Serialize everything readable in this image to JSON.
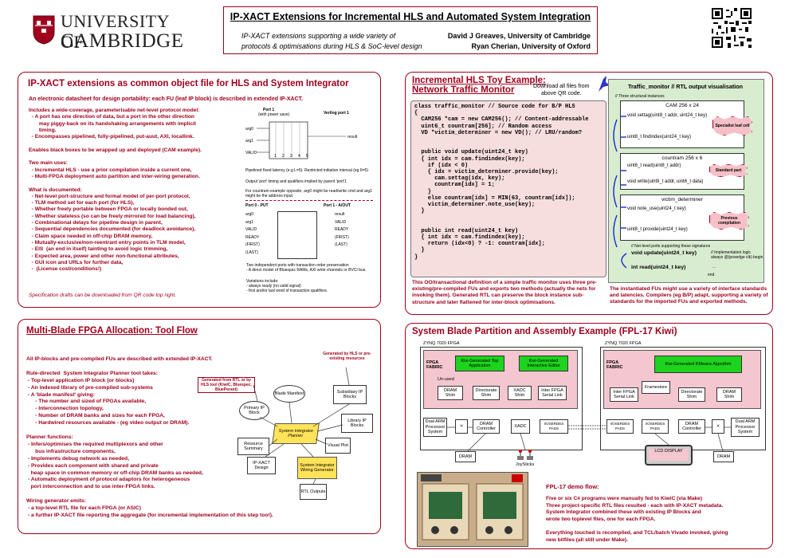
{
  "header": {
    "university_line1": "UNIVERSITY OF",
    "university_line2": "CAMBRIDGE",
    "title": "IP-XACT Extensions for Incremental HLS and Automated System Integration",
    "subtitle_line1": "IP-XACT extensions supporting a wide variety of",
    "subtitle_line2": "protocols & optimisations during HLS & SoC-level design",
    "author1": "David J Greaves, University of Cambridge",
    "author2": "Ryan Cherian, University of Oxford"
  },
  "p1": {
    "title": "IP-XACT extensions as common object file for HLS and System Integrator",
    "lead": "An electronic datasheet for design portability: each FU (leaf IP block) is described in extended IP-XACT.",
    "lines": [
      "Includes a wide-coverage, parameterisable net-level protocol model:",
      "  - A port has one direction of data, but a port in the other direction",
      "       may piggy-back on its handshaking arrangements with implicit",
      "       timing.",
      "  - Encompasses pipelined, fully-pipelined, put-auut, AXI, locallink.",
      "",
      "Enables black boxes to be wrapped up and deployed (CAM example).",
      "",
      "Two main uses:",
      "  - Incremental HLS - use a prior compilation inside a current one,",
      "  - Multi-FPGA deployment auto partition and inter-wiring generation.",
      "",
      "What is documented:",
      "  - Net-level port-structure and formal model of per-port protocol,",
      "  - TLM method set for each port (for HLS),",
      "  - Whether freely portable between FPGA or locally bonded out,",
      "  - Whether stateless (so can be freely mirrored for load balancing),",
      "  - Combinational delays for pipeline design in parent,",
      "  - Sequential dependencies documented (for deadlock avoidance),",
      "  - Claim space needed in off-chip DRAM memory,",
      "  - Mutually-exclusive/non-reentrant entry points in TLM model,",
      "  - EIS  (an end in itself) tainting to avoid logic trimming,",
      "  - Expected area, power and other non-functional attributes,",
      "  - GUI icon and URLs for further data,",
      "  -  (License cost/conditions!)"
    ],
    "footnote": "Specification drafts can be downloaded from QR code top right.",
    "diag_port1": "Port 1",
    "diag_port1b": "(with power save)",
    "diag_verilog": "Verilog port 1",
    "diag_arg0": "arg0",
    "diag_arg1": "arg1",
    "diag_valid": "VALID",
    "diag_result": "result",
    "diag_stages": [
      "1",
      "2",
      "3",
      "4",
      "5"
    ],
    "diag_note1": "Pipelined fixed latency (e.g L=5). Restricted initiation interval (eg II=5)",
    "diag_note2": "Output 'port' timing and qualifiers implied by parent 'port'1",
    "diag_note3": "For countram example opposite, arg0 might be read/write cmd and arg1 might be the address input.",
    "diag_put": "Port 0 - PUT",
    "diag_ain": "Port 1 - A/OUT",
    "diag_left_sigs": [
      "arg0",
      "arg1",
      "VALID",
      "READY",
      "(FIRST)",
      "(LAST)"
    ],
    "diag_right_sigs": [
      "result",
      "VALID",
      "READY",
      "(FIRST)",
      "(LAST)"
    ],
    "diag_note4": "Two independent ports with transaction order preservation",
    "diag_note5": " - A direct model of Bluespec RAMs, AXI write channels or BVCI bus.",
    "diag_note6": "Variations include:",
    "diag_note7": " - always ready (no valid signal)",
    "diag_note8": " - first and/or last word of transaction qualifiers."
  },
  "p2": {
    "title_line1": "Incremental HLS Toy Example:",
    "title_line2": "Network Traffic Monitor",
    "download_line1": "Download all files from",
    "download_line2": "above QR code.",
    "code": "class traffic_monitor // Source code for B/P HLS\n{\n  CAM256 *cam = new CAM256(); // Content-addressable\n  uint6_t countram[256]; // Random access\n  VD *victim_determiner = new VD(); // LRU/random?\n\n\n  public void update(uint24_t key)\n  { int idx = cam.findindex(key);\n    if (idx < 0)\n    { idx = victim_determiner.provide(key);\n      cam.settag(idx, key);\n      countram[idx] = 1;\n    }\n    else countram[idx] = MIN(63, countram[idx]);\n    victim_determiner.note_use(key);\n  }\n\n\n  public int read(uint24_t key)\n  { int idx = cam.findindex(key);\n    return (idx<0) ? -1: countram[idx];\n  }\n}",
    "caption": "This OO/transactional definition of a simple traffic monitor uses three pre-existing/pre-compiled FUs and exports two methods (actually the nets for invoking them). Generated RTL can preserve the block instance sub-structure and later flattened for inter-block optimisations.",
    "rtl_title": "Traffic_monitor // RTL output visualisation",
    "rtl_instances": "// Three structural instances",
    "cam_title": "CAM  256 x 24",
    "cam_m1": "void settag(uint8_t addr, uint24_t key)",
    "cam_m2": "uint8_t findindex(uint24_t key)",
    "star1": "Specialist leaf cell",
    "cr_title": "countram  256 x 6",
    "cr_m1": "uint6_t read(uint8_t addr)",
    "cr_m2": "void write(uint8_t addr, uint6_t data)",
    "star2": "Standard part",
    "vd_title": "victim_determiner",
    "vd_m1": "void note_use(uint24_t key)",
    "vd_m2": "uint8_t provide(uint24_t key)",
    "star3": "Previous compilation",
    "net_note": "// Net-level ports supporting these signatures",
    "sig1": "void update(uint24_t key)",
    "sig2": "int read(uint24_t key)",
    "impl_note": "// Implementation logic always @(posedge clk) begin",
    "dots": "...",
    "end": "end",
    "caption2": "The instantiated FUs might use a variety of interface standards and latencies.  Compilers (eg B/P) adapt, supporting a variety of standards for the imported FUs and exported methods."
  },
  "p3": {
    "title": "Multi-Blade FPGA Allocation: Tool Flow",
    "lines": [
      "All IP-blocks and pre-compiled FUs are described with extended IP-XACT.",
      "",
      "Rule-directed  System Integrator Planner tool takes:",
      " - Top-level application IP block (or blocks)",
      " - An indexed library of pre-compiled sub-systems",
      " - A 'blade manifest' giving:",
      "      - The number and sized of FPGAs available,",
      "      - Interconnection topology,",
      "      - Number of DRAM banks and sizes for each FPGA,",
      "      - Hardwired resources available - (eg video output or DRAM).",
      "",
      "Planner functions:",
      " - Infers/optimises the required multiplexors and other",
      "      bus infrastructure components,",
      " - Implements debug network as needed,",
      " - Provides each component with shared and private",
      "   heap space in common memory or off-chip DRAM banks as needed,",
      " - Automatic deployment of protocol adaptors for heterogeneous",
      "   port interconnection and to use inter-FPGA links.",
      "",
      "Wiring generator emits:",
      " - a top-level RTL file for each FPGA (or ASIC)",
      " - a further IP-XACT file reporting the aggregate (for incremental implementation of this step too!)."
    ],
    "gen_hls": "Generated by HLS or pre-existing resources",
    "gen_rtl": "Generated from RTL or by HLS tool (KiwiC, Bluespec, BluePerant)",
    "n_blade": "Blade Manifest",
    "n_subsidiary": "Subsidiary IP Blocks",
    "n_primary": "Primary IP Block",
    "n_library": "Library IP Blocks",
    "n_planner": "System Integrator Planner",
    "n_resource": "Resource Summary",
    "n_visual": "Visual Plot",
    "n_ipxact": "IP-XACT Design",
    "n_wiring": "System Integrator Wiring Generator",
    "n_rtl": "RTL Outputs"
  },
  "p4": {
    "title": "System Blade Partition and Assembly Example (FPL-17 Kiwi)",
    "zynq1": "ZYNQ 7020 FPGA",
    "zynq2": "ZYNQ 7020 FPGA",
    "fabric1": "FPGA FABRIC",
    "fabric2": "FPGA FABRIC",
    "kivi_top": "Kivi-Generated Top Application",
    "kivi_edit": "Kivi-Generated Interactive Editor",
    "kivi_km": "Kivi-Generated KMeans Algorithm",
    "unused": "Un-used",
    "dram_shim": "DRAM Shim",
    "dir_shim": "Directorate Shim",
    "xadc_shim": "XADC Shim",
    "ifpga_link": "Inter FPGA Serial Link",
    "ifpga_link2": "Inter FPGA Serial Link",
    "framestore": "Framestore",
    "dir_shim2": "Directorate Shim",
    "dram_shim2": "DRAM Shim",
    "arm1": "Dual ARM Processor System",
    "arm2": "Dual ARM Processor System",
    "dram_ctrl1": "DRAM Controller",
    "dram_ctrl2": "DRAM Controller",
    "xadc": "XADC",
    "pads1": "I/OSERDES PADS",
    "pads2": "I/OSERDES PADS",
    "pads3": "I/OSERDES PADS",
    "dram1": "DRAM",
    "dram2": "DRAM",
    "joystick": "JoySticks",
    "lcd": "LCD DISPLAY",
    "demo_title": "FPL-17 demo flow:",
    "demo_lines": [
      "Five or six C# programs were manually fed to KiwiC (via Make)",
      "Three project-specific RTL files resulted - each with IP-XACT metadata.",
      "System Integrator combined these with existing IP Blocks and",
      "wrote two toplevel files, one for each FPGA.",
      "",
      "Everything touched is recompiled, and TCL/batch Vivado invoked, giving",
      "new bitfiles (all still under Make)."
    ]
  },
  "colors": {
    "accent": "#a0001c",
    "green": "#1dd31d",
    "pink": "#f4c6d0",
    "yellow": "#ffe35a",
    "rtl_bg": "#d8ecd0",
    "code_bg": "#f7dede"
  }
}
